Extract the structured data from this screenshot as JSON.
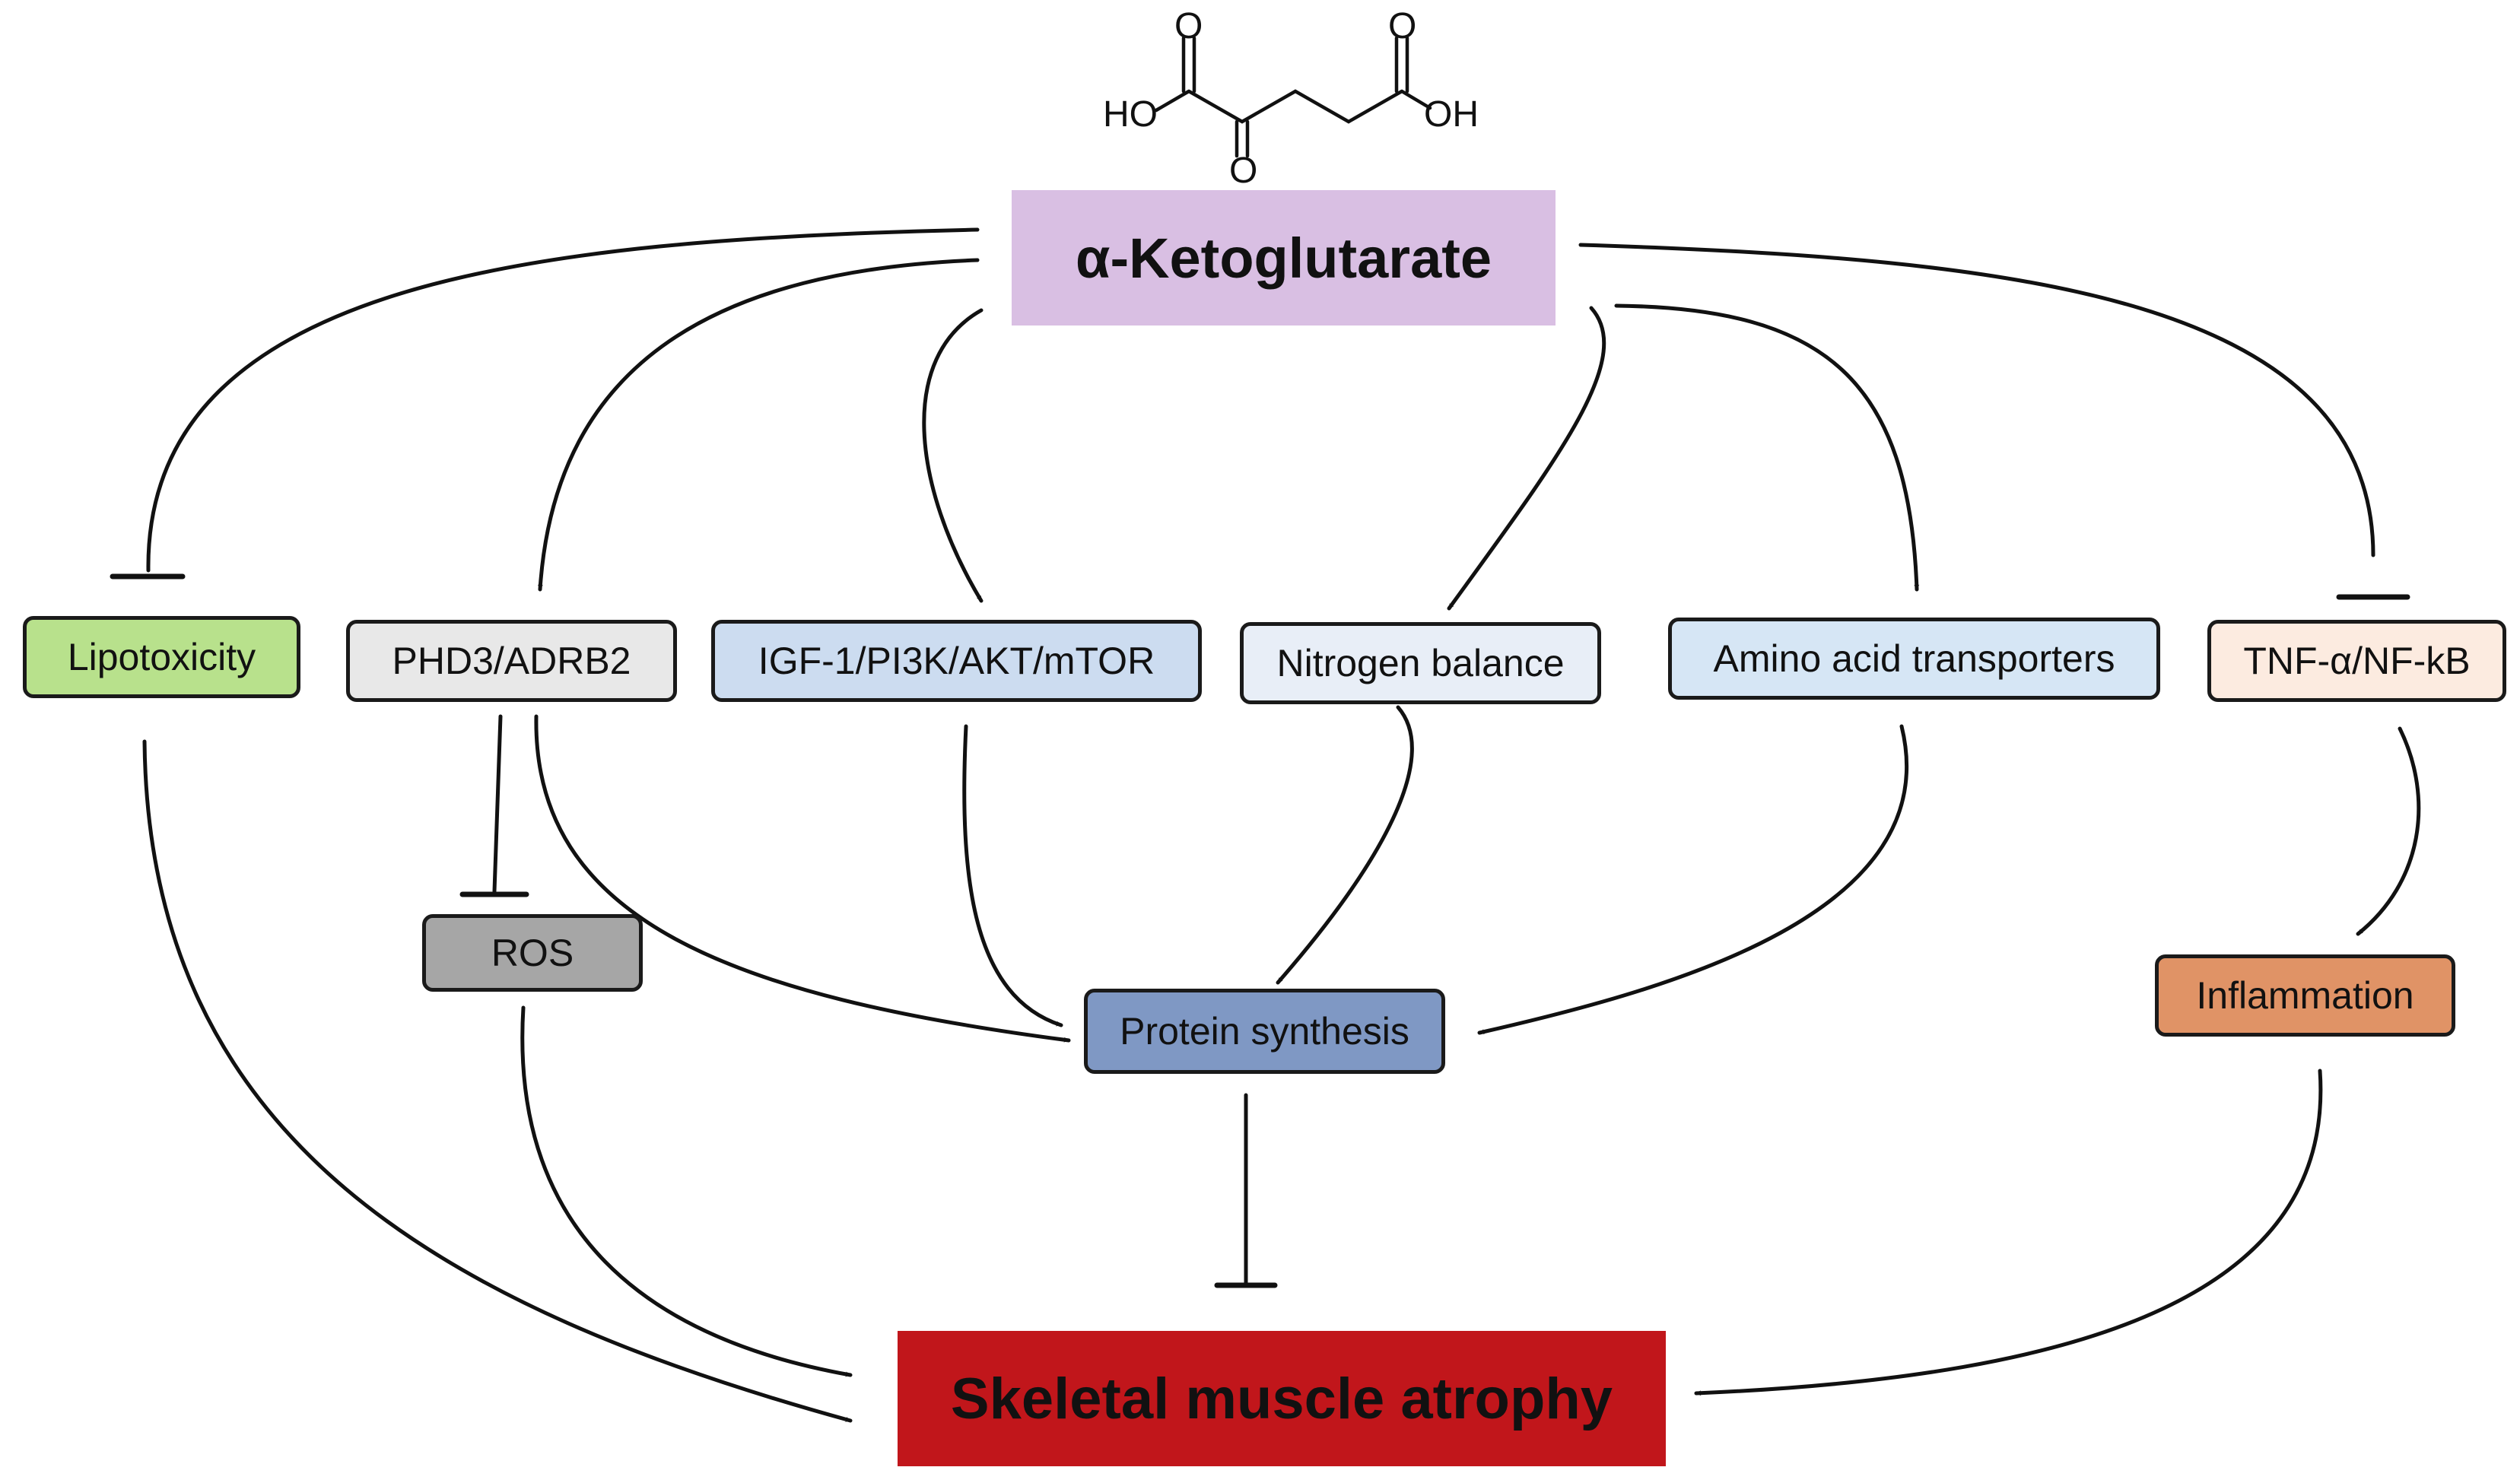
{
  "molecule": {
    "name": "alpha-ketoglutarate structure",
    "labels": {
      "o_left_top": "O",
      "o_right_top": "O",
      "o_keto": "O",
      "ho_left": "HO",
      "oh_right": "OH"
    }
  },
  "nodes": {
    "akg": {
      "label": "α-Ketoglutarate",
      "fill": "#d9bfe3"
    },
    "lipotoxicity": {
      "label": "Lipotoxicity",
      "fill": "#b8e18c"
    },
    "phd3": {
      "label": "PHD3/ADRB2",
      "fill": "#e8e8e8"
    },
    "igf1": {
      "label": "IGF-1/PI3K/AKT/mTOR",
      "fill": "#ccdcf0"
    },
    "nitrogen": {
      "label": "Nitrogen balance",
      "fill": "#e8eef7"
    },
    "amino": {
      "label": "Amino acid transporters",
      "fill": "#d6e6f5"
    },
    "tnf": {
      "label": "TNF-α/NF-kB",
      "fill": "#fcebe0"
    },
    "ros": {
      "label": "ROS",
      "fill": "#a6a6a6"
    },
    "protein": {
      "label": "Protein synthesis",
      "fill": "#7f98c4"
    },
    "inflammation": {
      "label": "Inflammation",
      "fill": "#e09366"
    },
    "atrophy": {
      "label": "Skeletal muscle atrophy",
      "fill": "#c1161b"
    }
  },
  "edges": [
    {
      "from": "akg",
      "to": "lipotoxicity",
      "type": "inhibit"
    },
    {
      "from": "akg",
      "to": "phd3",
      "type": "activate"
    },
    {
      "from": "akg",
      "to": "igf1",
      "type": "activate"
    },
    {
      "from": "akg",
      "to": "nitrogen",
      "type": "activate"
    },
    {
      "from": "akg",
      "to": "amino",
      "type": "activate"
    },
    {
      "from": "akg",
      "to": "tnf",
      "type": "inhibit"
    },
    {
      "from": "phd3",
      "to": "ros",
      "type": "inhibit"
    },
    {
      "from": "phd3",
      "to": "protein",
      "type": "activate"
    },
    {
      "from": "igf1",
      "to": "protein",
      "type": "activate"
    },
    {
      "from": "nitrogen",
      "to": "protein",
      "type": "activate"
    },
    {
      "from": "amino",
      "to": "protein",
      "type": "activate"
    },
    {
      "from": "tnf",
      "to": "inflammation",
      "type": "activate"
    },
    {
      "from": "lipotoxicity",
      "to": "atrophy",
      "type": "activate"
    },
    {
      "from": "ros",
      "to": "atrophy",
      "type": "activate"
    },
    {
      "from": "protein",
      "to": "atrophy",
      "type": "inhibit"
    },
    {
      "from": "inflammation",
      "to": "atrophy",
      "type": "activate"
    }
  ]
}
